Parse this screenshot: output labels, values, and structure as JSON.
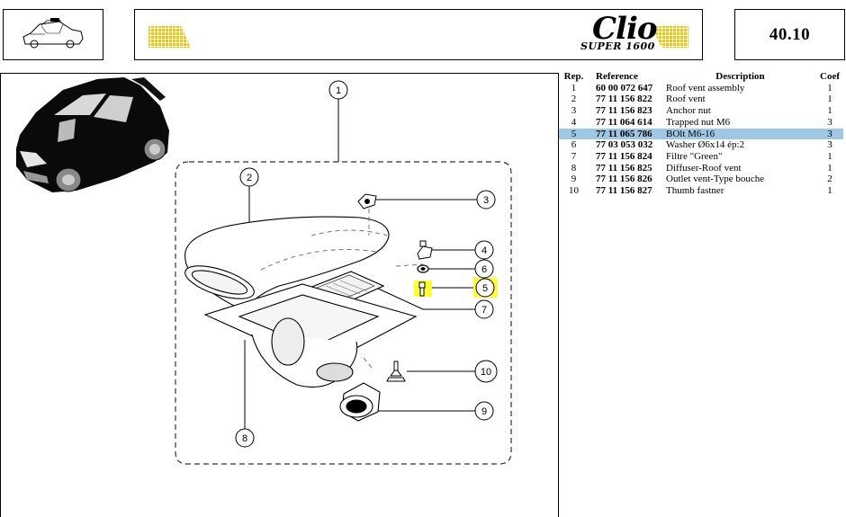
{
  "header": {
    "brand_name": "Clio",
    "brand_sub": "SUPER 1600",
    "page_code": "40.10"
  },
  "colors": {
    "accent_yellow": "#f5c400",
    "highlight_yellow": "#ffff33",
    "row_selected": "#9ec8e6"
  },
  "icons": {
    "thumbnail": "car-outline-icon",
    "stripes_left": "yellow-stripes-icon",
    "stripes_right": "yellow-stripes-icon",
    "car": "black-car-illustration"
  },
  "table": {
    "headers": {
      "rep": "Rep.",
      "reference": "Reference",
      "description": "Description",
      "coef": "Coef"
    },
    "rows": [
      {
        "rep": "1",
        "reference": "60 00 072 647",
        "description": "Roof vent assembly",
        "coef": "1"
      },
      {
        "rep": "2",
        "reference": "77 11 156 822",
        "description": "Roof vent",
        "coef": "1"
      },
      {
        "rep": "3",
        "reference": "77 11 156 823",
        "description": "Anchor nut",
        "coef": "1"
      },
      {
        "rep": "4",
        "reference": "77 11 064 614",
        "description": "Trapped nut M6",
        "coef": "3"
      },
      {
        "rep": "5",
        "reference": "77 11 065 786",
        "description": "BOlt M6-16",
        "coef": "3"
      },
      {
        "rep": "6",
        "reference": "77 03 053 032",
        "description": "Washer Ø6x14 ép:2",
        "coef": "3"
      },
      {
        "rep": "7",
        "reference": "77 11 156 824",
        "description": "Filtre \"Green\"",
        "coef": "1"
      },
      {
        "rep": "8",
        "reference": "77 11 156 825",
        "description": "Diffuser-Roof vent",
        "coef": "1"
      },
      {
        "rep": "9",
        "reference": "77 11 156 826",
        "description": "Outlet vent-Type bouche",
        "coef": "2"
      },
      {
        "rep": "10",
        "reference": "77 11 156 827",
        "description": "Thumb fastner",
        "coef": "1"
      }
    ],
    "selected_rep": "5"
  },
  "diagram": {
    "callouts": [
      "1",
      "2",
      "3",
      "4",
      "5",
      "6",
      "7",
      "8",
      "9",
      "10"
    ],
    "highlighted_callout": "5"
  }
}
